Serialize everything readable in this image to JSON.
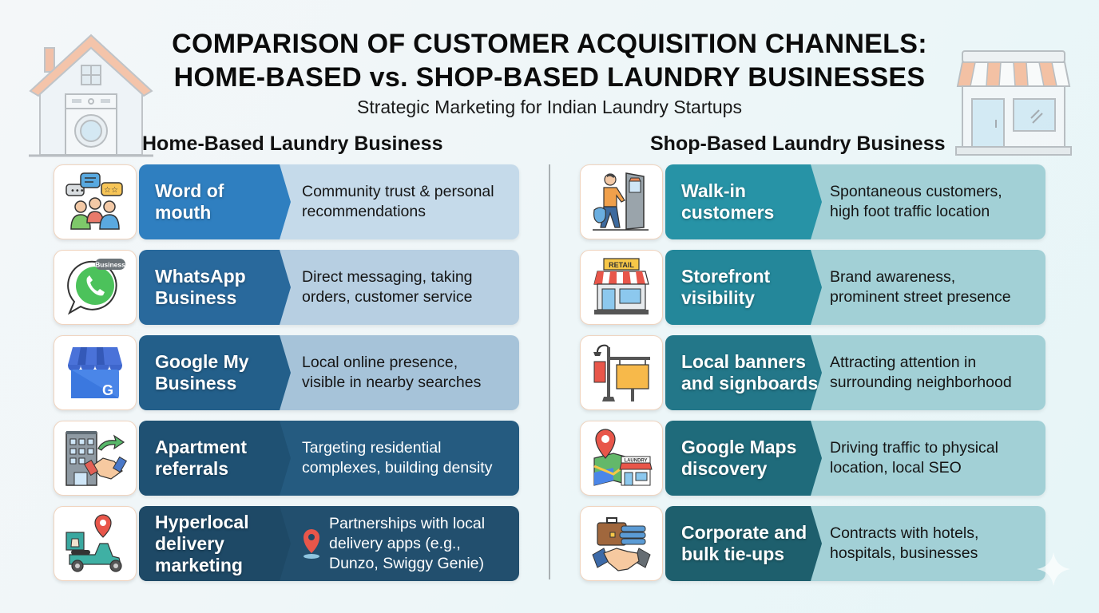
{
  "header": {
    "title_line1": "COMPARISON OF CUSTOMER ACQUISITION CHANNELS:",
    "title_line2": "HOME-BASED vs. SHOP-BASED LAUNDRY BUSINESSES",
    "subtitle": "Strategic Marketing for Indian Laundry Startups"
  },
  "colors": {
    "home_label_colors": [
      "#2f7fc0",
      "#29699c",
      "#235f8a",
      "#1f5173",
      "#1e4966"
    ],
    "home_desc_colors": [
      "#c5daea",
      "#b7cfe2",
      "#a6c3d9",
      "#255b80",
      "#224f6e"
    ],
    "home_desc_text_colors": [
      "#151515",
      "#151515",
      "#151515",
      "#ffffff",
      "#ffffff"
    ],
    "shop_label_colors": [
      "#2793a6",
      "#24879a",
      "#237789",
      "#1f6b7b",
      "#1e5f6d"
    ],
    "shop_desc_color": "#a2d0d6",
    "divider": "#a9b0b3"
  },
  "home": {
    "heading": "Home-Based Laundry Business",
    "items": [
      {
        "icon": "word-of-mouth-icon",
        "label_l1": "Word of",
        "label_l2": "mouth",
        "label_l3": "",
        "desc_l1": "Community trust & personal",
        "desc_l2": "recommendations",
        "desc_l3": ""
      },
      {
        "icon": "whatsapp-business-icon",
        "icon_badge": "Business",
        "label_l1": "WhatsApp",
        "label_l2": "Business",
        "label_l3": "",
        "desc_l1": "Direct messaging, taking",
        "desc_l2": "orders, customer service",
        "desc_l3": ""
      },
      {
        "icon": "google-my-business-icon",
        "icon_letter": "G",
        "label_l1": "Google My",
        "label_l2": "Business",
        "label_l3": "",
        "desc_l1": "Local online presence,",
        "desc_l2": "visible in nearby searches",
        "desc_l3": ""
      },
      {
        "icon": "apartment-referral-icon",
        "label_l1": "Apartment",
        "label_l2": "referrals",
        "label_l3": "",
        "desc_l1": "Targeting residential",
        "desc_l2": "complexes, building density",
        "desc_l3": ""
      },
      {
        "icon": "delivery-scooter-icon",
        "label_l1": "Hyperlocal",
        "label_l2": "delivery",
        "label_l3": "marketing",
        "desc_l1": "Partnerships with local",
        "desc_l2": "delivery apps (e.g.,",
        "desc_l3": "Dunzo, Swiggy Genie)",
        "desc_icon": "location-pin-icon"
      }
    ]
  },
  "shop": {
    "heading": "Shop-Based Laundry Business",
    "items": [
      {
        "icon": "walk-in-customer-icon",
        "label_l1": "Walk-in",
        "label_l2": "customers",
        "desc_l1": "Spontaneous customers,",
        "desc_l2": "high foot traffic location"
      },
      {
        "icon": "retail-storefront-icon",
        "icon_badge": "RETAIL",
        "label_l1": "Storefront",
        "label_l2": "visibility",
        "desc_l1": "Brand awareness,",
        "desc_l2": "prominent street presence"
      },
      {
        "icon": "signboard-icon",
        "label_l1": "Local banners",
        "label_l2": "and signboards",
        "desc_l1": "Attracting attention in",
        "desc_l2": "surrounding neighborhood"
      },
      {
        "icon": "google-maps-icon",
        "icon_badge": "LAUNDRY",
        "label_l1": "Google Maps",
        "label_l2": "discovery",
        "desc_l1": "Driving traffic to physical",
        "desc_l2": "location, local SEO"
      },
      {
        "icon": "corporate-handshake-icon",
        "label_l1": "Corporate and",
        "label_l2": "bulk tie-ups",
        "desc_l1": "Contracts with hotels,",
        "desc_l2": "hospitals, businesses"
      }
    ]
  }
}
